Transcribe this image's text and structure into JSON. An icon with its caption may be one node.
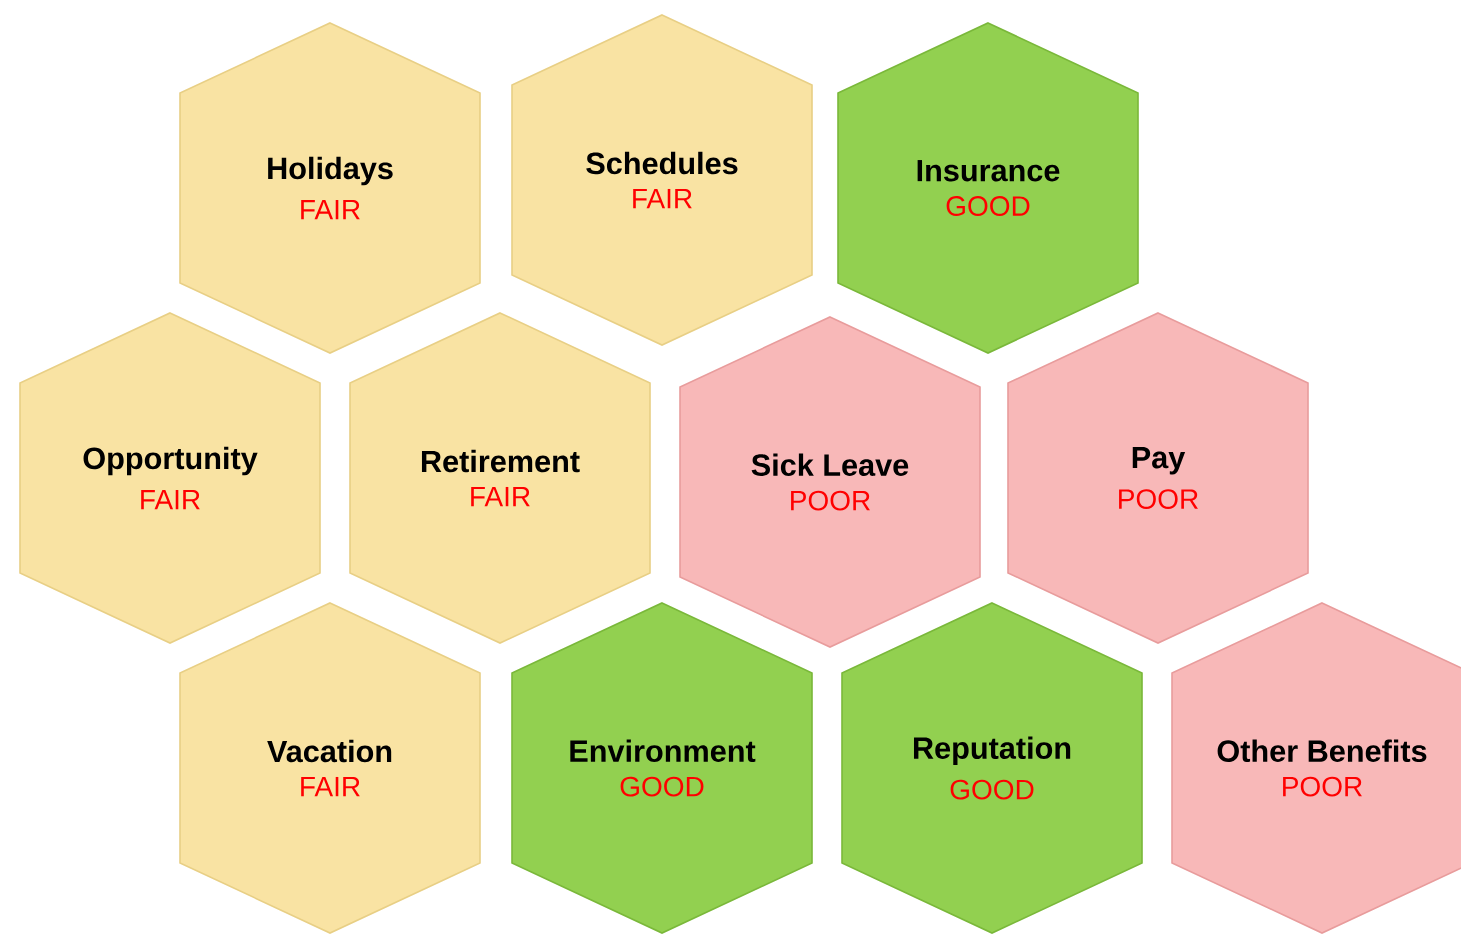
{
  "diagram": {
    "nodes": [
      {
        "text": [
          "Holidays",
          "FAIR"
        ]
      },
      {
        "text": [
          "Schedules",
          "FAIR"
        ]
      },
      {
        "text": [
          "Insurance",
          "GOOD"
        ]
      },
      {
        "text": [
          "Opportunity",
          "FAIR"
        ]
      },
      {
        "text": [
          "Retirement",
          "FAIR"
        ]
      },
      {
        "text": [
          "Sick Leave",
          "POOR"
        ]
      },
      {
        "text": [
          "Pay",
          "POOR"
        ]
      },
      {
        "text": [
          "Vacation",
          "FAIR"
        ]
      },
      {
        "text": [
          "Environment",
          "GOOD"
        ]
      },
      {
        "text": [
          "Reputation",
          "GOOD"
        ]
      },
      {
        "text": [
          "Other Benefits",
          "POOR"
        ]
      }
    ]
  }
}
